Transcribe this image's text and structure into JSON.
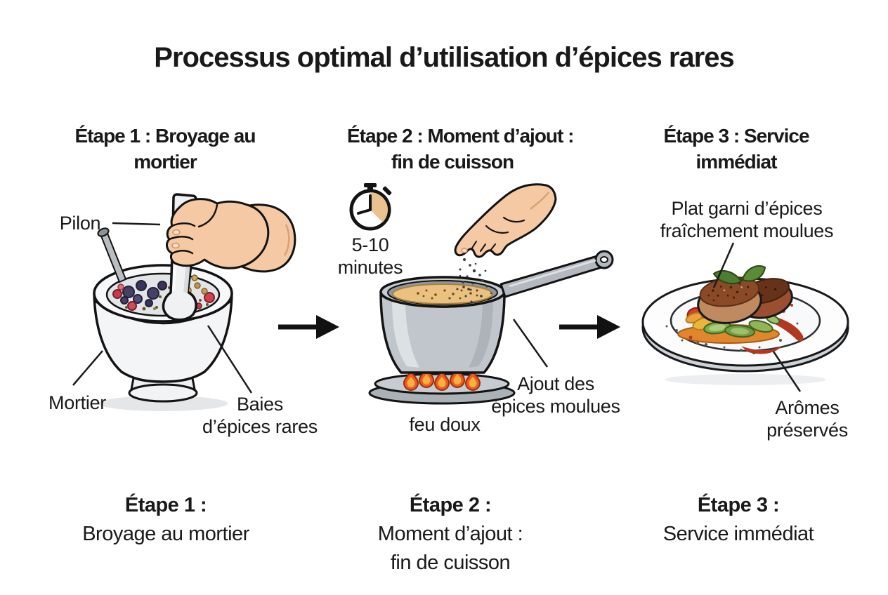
{
  "title": "Processus optimal d’utilisation d’épices rares",
  "colors": {
    "text": "#191919",
    "flame_outer": "#ee5a24",
    "flame_inner": "#f9b03c",
    "soup": "#eac181",
    "timer_wedge": "#e9c28f",
    "skin": "#f5c9a4",
    "berry_red": "#c63b4b",
    "berry_purple": "#474066",
    "seed_tan": "#c99a52",
    "metal_gray": "#c0c6cb"
  },
  "steps": [
    {
      "header_lines": [
        "Étape 1 : Broyage au",
        "mortier"
      ],
      "caption_title": "Étape 1 :",
      "caption_lines": [
        "Broyage au mortier"
      ],
      "illustration": "mortar-and-pestle",
      "labels": {
        "pilon": [
          "Pilon"
        ],
        "mortier": [
          "Mortier"
        ],
        "baies": [
          "Baies",
          "d’épices rares"
        ]
      }
    },
    {
      "header_lines": [
        "Étape 2 : Moment d’ajout :",
        "fin de cuisson"
      ],
      "caption_title": "Étape 2 :",
      "caption_lines": [
        "Moment d’ajout :",
        "fin de cuisson"
      ],
      "illustration": "saucepan-on-low-heat",
      "labels": {
        "timer": [
          "5-10",
          "minutes"
        ],
        "feu": [
          "feu doux"
        ],
        "ajout": [
          "Ajout des",
          "épices moulues"
        ]
      }
    },
    {
      "header_lines": [
        "Étape 3 : Service",
        "immédiat"
      ],
      "caption_title": "Étape 3 :",
      "caption_lines": [
        "Service immédiat"
      ],
      "illustration": "plated-dish",
      "labels": {
        "plat": [
          "Plat garni d’épices",
          "fraîchement moulues"
        ],
        "aromes": [
          "Arômes",
          "préservés"
        ]
      }
    }
  ]
}
